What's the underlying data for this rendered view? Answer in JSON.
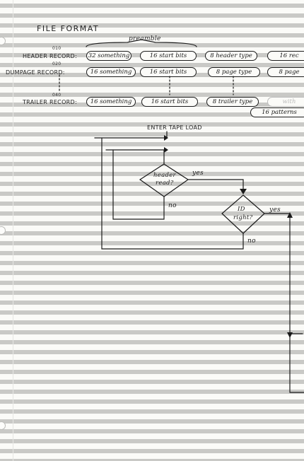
{
  "title": "FILE FORMAT",
  "preamble_label": "preamble",
  "codes": {
    "header": "010",
    "dumpage": "020",
    "trailer": "040"
  },
  "records": {
    "header": {
      "label": "HEADER RECORD:",
      "fields": [
        "32 something",
        "16 start bits",
        "8 header type",
        "16 rec"
      ]
    },
    "dumpage": {
      "label": "DUMPAGE RECORD:",
      "fields": [
        "16 something",
        "16 start bits",
        "8 page type",
        "8 page"
      ]
    },
    "trailer": {
      "label": "TRAILER RECORD:",
      "fields": [
        "16 something",
        "16 start bits",
        "8 trailer type",
        "with"
      ],
      "extra_field": "16 patterns"
    }
  },
  "flowchart": {
    "start": "ENTER TAPE LOAD",
    "decision1": {
      "line1": "header",
      "line2": "read?",
      "yes": "yes",
      "no": "no"
    },
    "decision2": {
      "line1": "ID",
      "line2": "right?",
      "yes": "yes",
      "no": "no"
    }
  }
}
